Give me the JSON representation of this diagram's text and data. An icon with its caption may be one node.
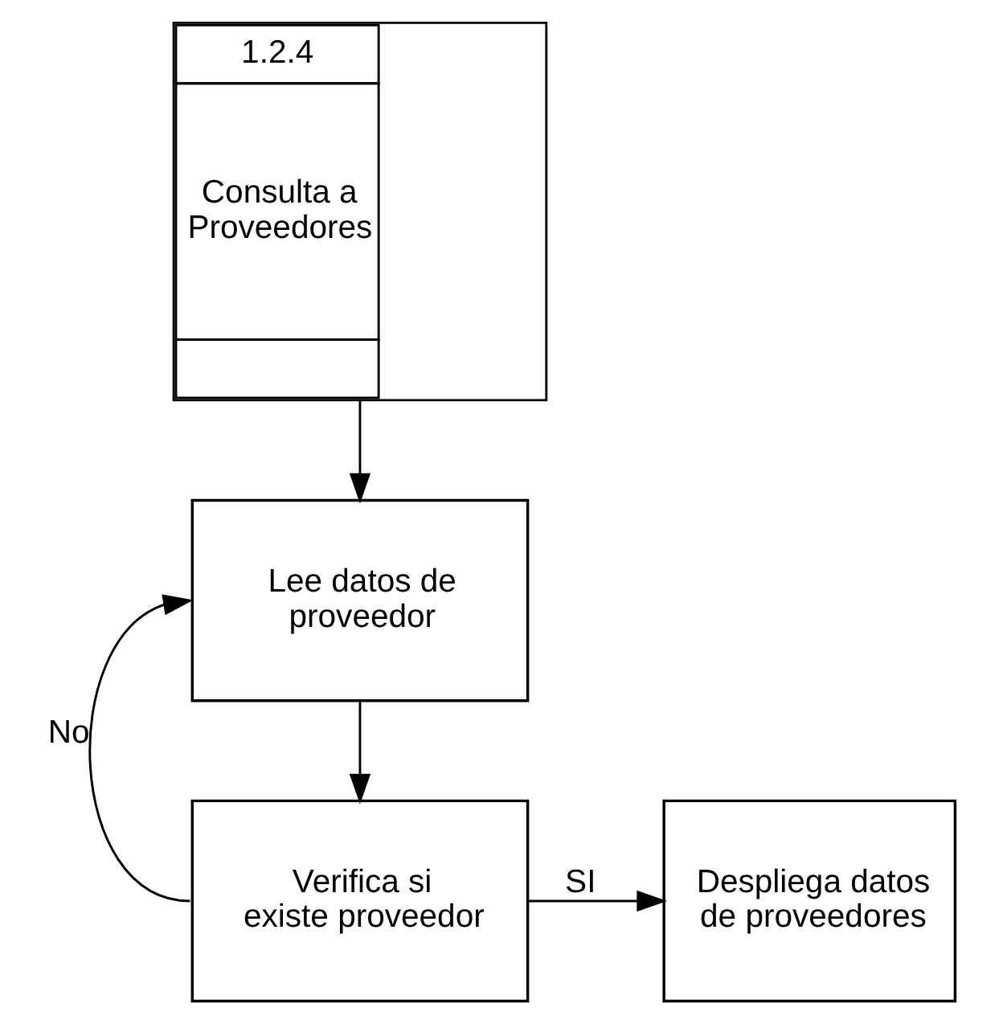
{
  "diagram": {
    "nodes": [
      {
        "text": [
          "1.2.4",
          "Consulta a Proveedores"
        ]
      },
      {
        "text": [
          "Lee datos de proveedor"
        ]
      },
      {
        "text": [
          "Verifica si existe proveedor"
        ]
      },
      {
        "text": [
          "Despliega datos de proveedores"
        ]
      }
    ],
    "edges": [
      {
        "from": 0,
        "to": 1,
        "arrow": "to"
      },
      {
        "from": 1,
        "to": 2,
        "arrow": "to"
      },
      {
        "from": 2,
        "to": 1,
        "arrow": "to",
        "label": "No"
      },
      {
        "from": 2,
        "to": 3,
        "arrow": "to",
        "label": "SI"
      }
    ]
  }
}
